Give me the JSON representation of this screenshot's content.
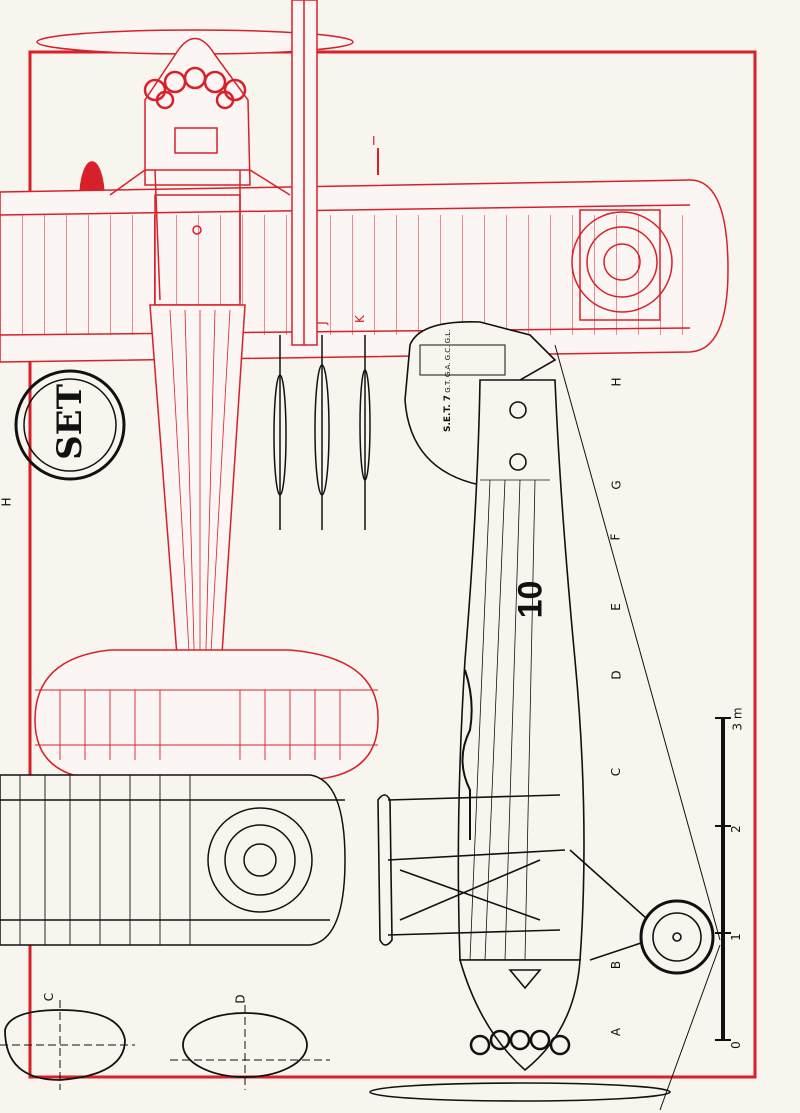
{
  "colors": {
    "paper": "#f7f5ee",
    "red_line": "#d8202a",
    "black_line": "#111111"
  },
  "logo": {
    "letters": "SET"
  },
  "fuselage_number": "10",
  "info_box": {
    "lines": [
      "S.E.T. 7",
      "G.T.",
      "G.A.",
      "G.C.",
      "G.L."
    ]
  },
  "section_labels": {
    "a": "A",
    "b": "B",
    "c": "C",
    "d": "D",
    "e": "E",
    "f": "F",
    "g": "G",
    "h": "H",
    "i": "I",
    "j": "J",
    "k": "K"
  },
  "scale_bar": {
    "ticks": [
      "0",
      "1",
      "2",
      "3 m"
    ]
  }
}
